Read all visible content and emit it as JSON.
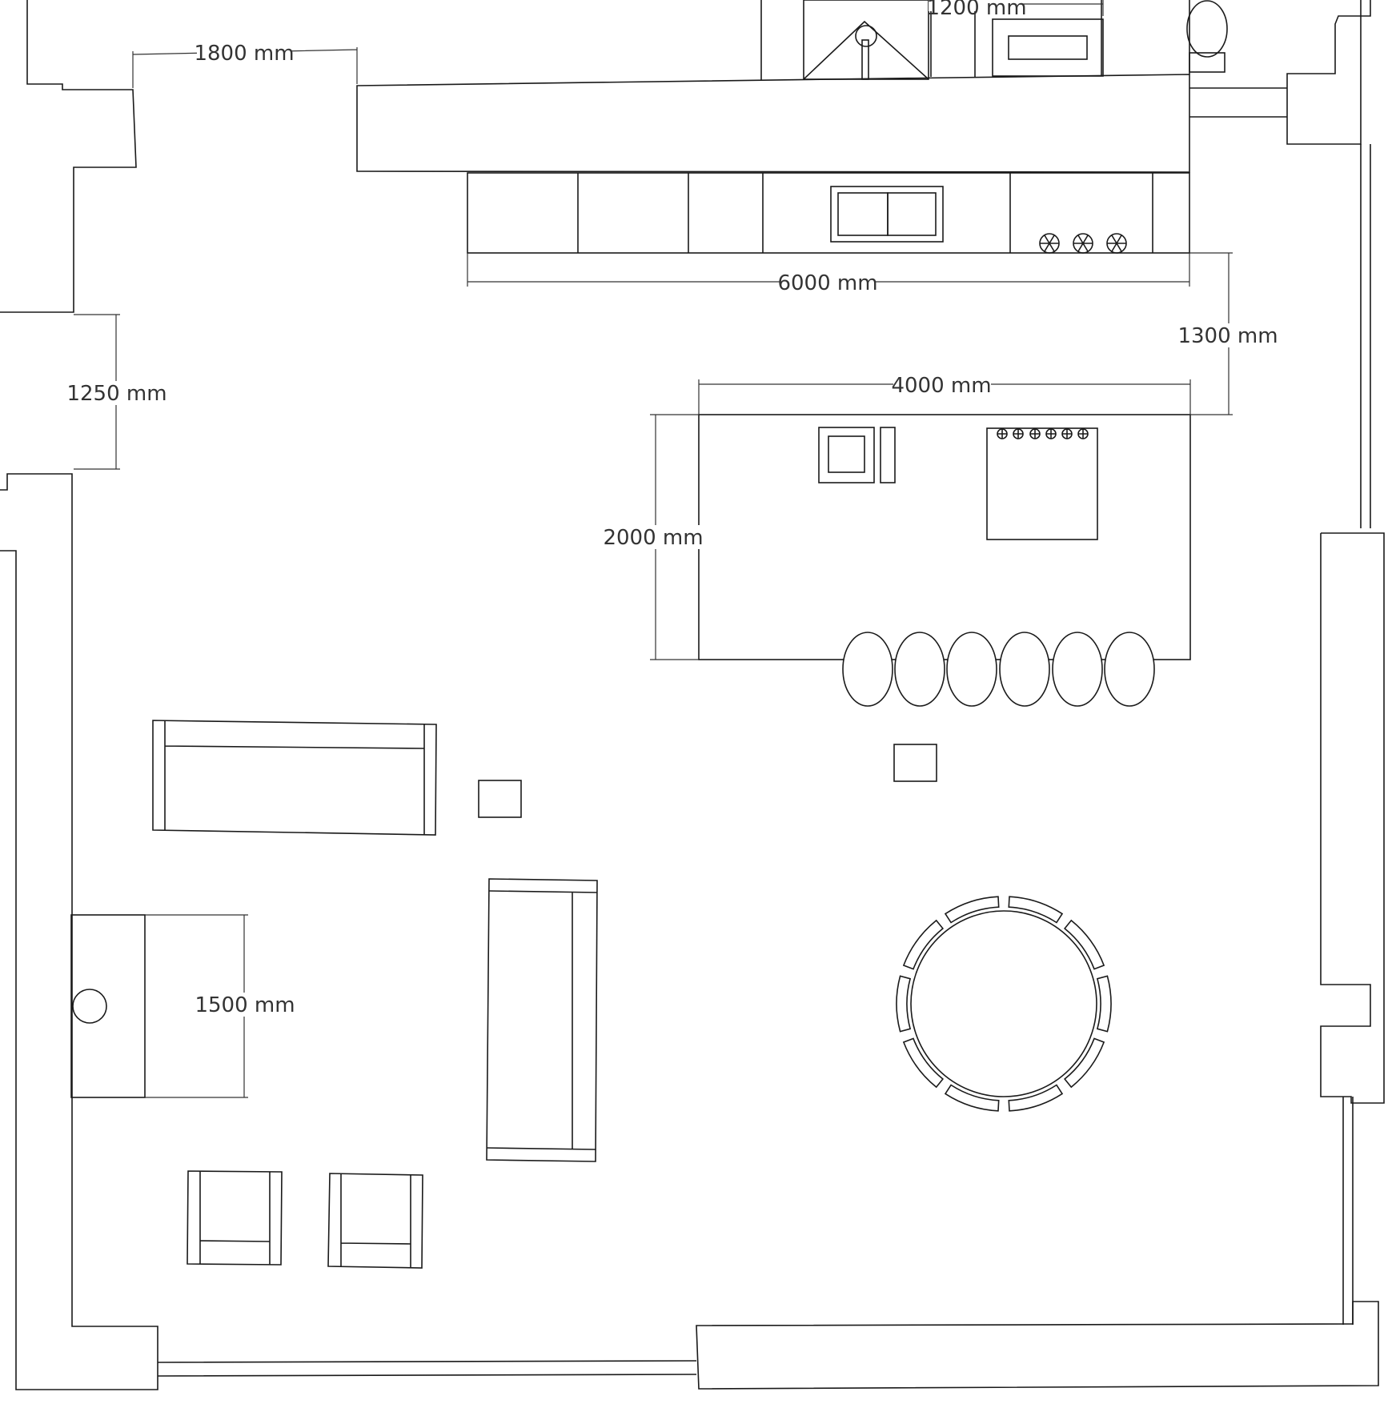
{
  "dimensions": {
    "top_fixture_width": "1200 mm",
    "left_wall_segment": "1800 mm",
    "counter_run_length": "6000 mm",
    "counter_to_island": "1300 mm",
    "island_length": "4000 mm",
    "island_depth": "2000 mm",
    "left_opening": "1250 mm",
    "fireplace_width": "1500 mm"
  },
  "colors": {
    "line": "#1a1a1a",
    "dimension": "#333333",
    "background": "#ffffff"
  }
}
